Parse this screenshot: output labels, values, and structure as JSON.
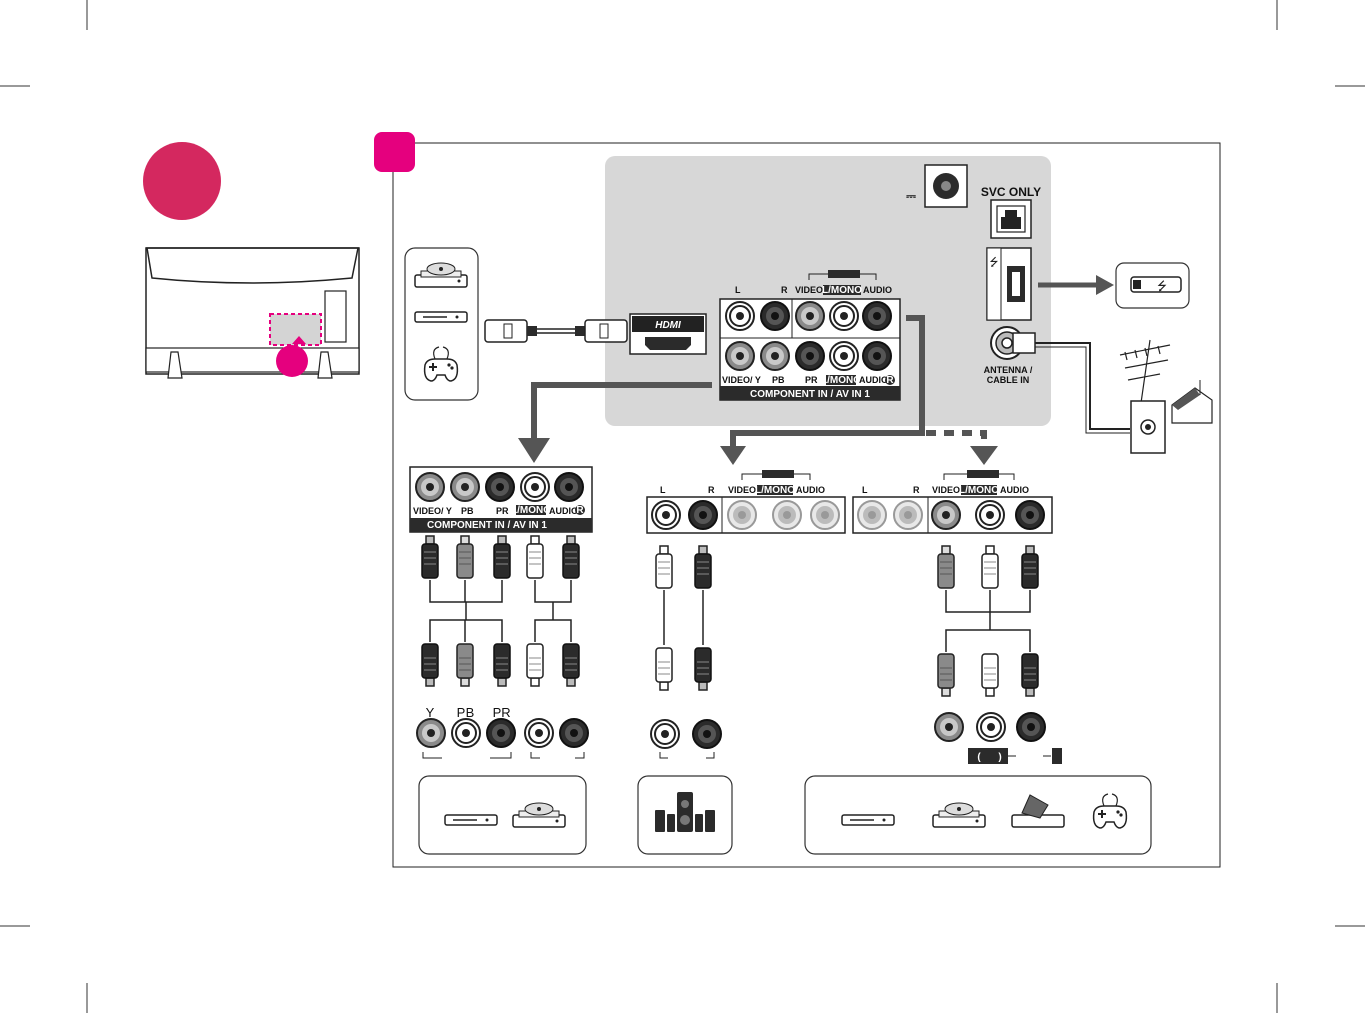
{
  "labels": {
    "svc_only": "SVC ONLY",
    "antenna_cable_in": [
      "ANTENNA /",
      "CABLE IN"
    ],
    "hdmi": "HDMI",
    "jack_l": "L",
    "jack_r": "R",
    "video": "VIDEO",
    "l_mono": "L/MONO",
    "audio": "AUDIO",
    "video_y": "VIDEO/  Y",
    "pb_small": "PB",
    "pr_small": "PR",
    "component_in": "COMPONENT IN / AV IN 1",
    "dc_symbol": "⎓",
    "y": "Y",
    "pb": "P",
    "pb_sub": "B",
    "pr": "P",
    "pr_sub": "R",
    "audio_r_circle": "R",
    "paren_open": "(",
    "paren_close": ")"
  },
  "colors": {
    "accent_magenta": "#e5007e",
    "circle_marker": "#d4285f",
    "panel_gray": "#d7d7d7",
    "arrow_gray": "#555555",
    "jack_dark": "#2b2b2b"
  },
  "icons": [
    "usb-drive-icon",
    "antenna-icon",
    "wall-outlet-icon",
    "house-icon",
    "dvd-player-icon",
    "blu-ray-icon",
    "game-controller-icon",
    "speaker-system-icon",
    "vcr-icon",
    "set-top-box-icon"
  ]
}
